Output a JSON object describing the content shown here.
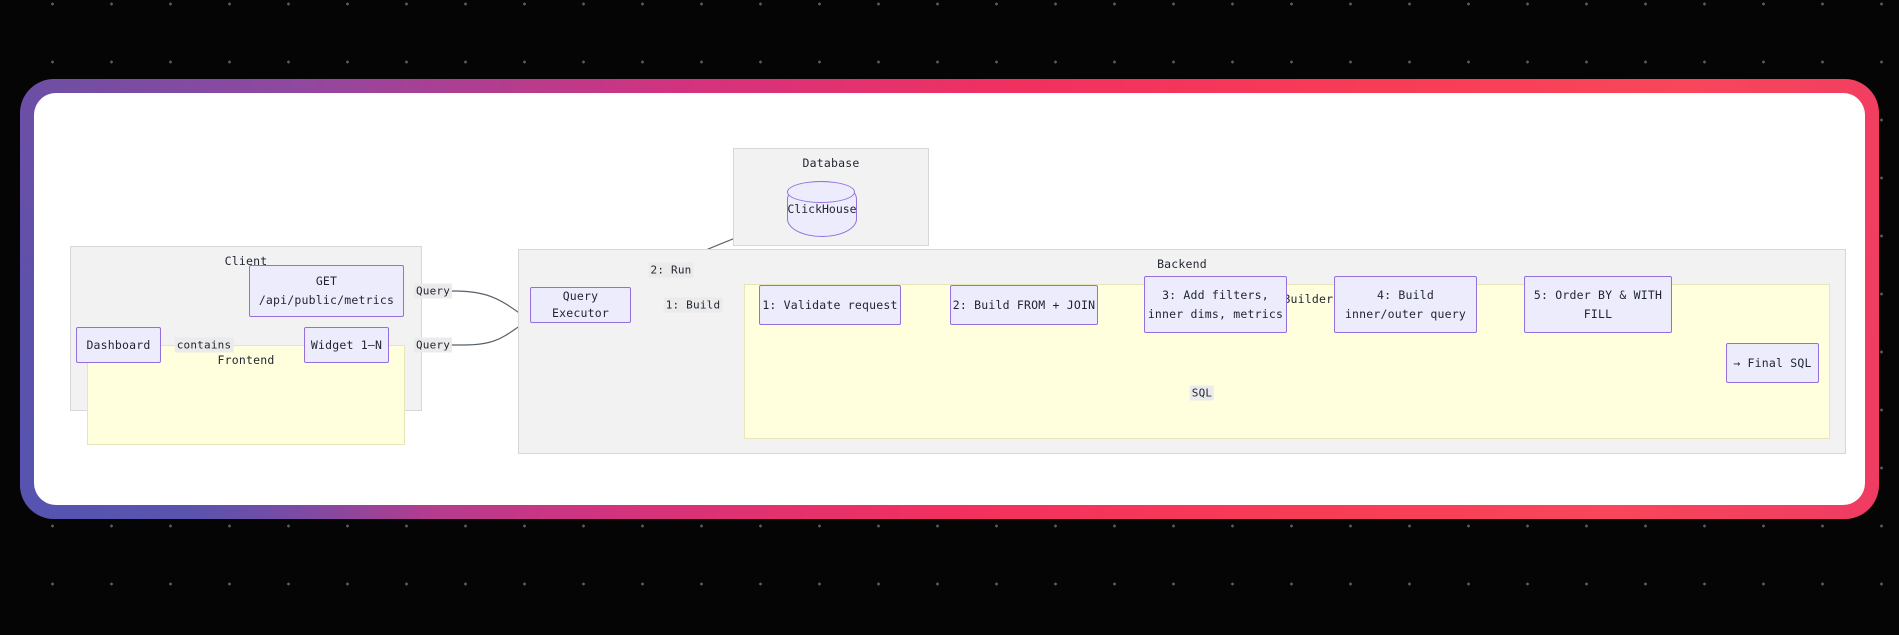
{
  "theme": {
    "background": "#050505",
    "dot_color": "#a0a0a0",
    "frame_gradient_start": "#6f4fa5",
    "frame_gradient_mid": "#d2337f",
    "frame_gradient_end": "#f9465a",
    "card_background": "#ffffff",
    "node_fill": "#ececfc",
    "node_border": "#9370db",
    "cluster_fill": "#f2f2f3",
    "cluster_border": "#d7d7d9",
    "subgraph_yellow_fill": "#ffffde",
    "subgraph_yellow_border": "#e6e6b8",
    "edge_color": "#57606a",
    "text_color": "#1f2430"
  },
  "clusters": {
    "client": {
      "label": "Client"
    },
    "frontend": {
      "label": "Frontend"
    },
    "database": {
      "label": "Database"
    },
    "backend": {
      "label": "Backend"
    },
    "query_builder": {
      "label": "Query Builder"
    }
  },
  "nodes": {
    "get_metrics": {
      "line1": "GET",
      "line2": "/api/public/metrics"
    },
    "dashboard": {
      "label": "Dashboard"
    },
    "widget": {
      "label": "Widget 1–N"
    },
    "clickhouse": {
      "label": "ClickHouse"
    },
    "query_executor": {
      "label": "Query Executor"
    },
    "step1": {
      "label": "1: Validate request"
    },
    "step2": {
      "label": "2: Build FROM + JOIN"
    },
    "step3": {
      "line1": "3: Add filters,",
      "line2": "inner dims, metrics"
    },
    "step4": {
      "line1": "4: Build",
      "line2": "inner/outer query"
    },
    "step5": {
      "line1": "5: Order BY & WITH",
      "line2": "FILL"
    },
    "final_sql": {
      "label": "→ Final SQL"
    }
  },
  "edge_labels": {
    "contains": "contains",
    "query_top": "Query",
    "query_bottom": "Query",
    "run": "2: Run",
    "build": "1: Build",
    "sql": "SQL"
  }
}
